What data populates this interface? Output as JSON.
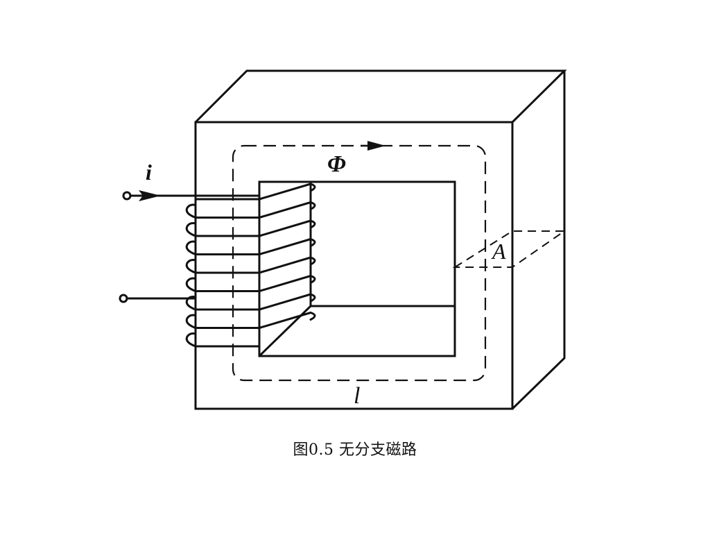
{
  "figure": {
    "caption": "图0.5  无分支磁路"
  },
  "labels": {
    "current": "i",
    "flux": "Φ",
    "area": "A",
    "path_length": "l"
  },
  "colors": {
    "ink": "#111111",
    "background": "#ffffff"
  }
}
